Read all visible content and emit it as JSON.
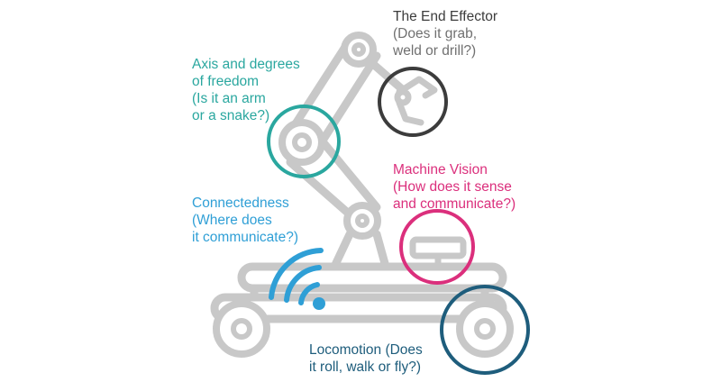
{
  "colors": {
    "robot": "#c8c8c8",
    "effector": "#3c3c3c",
    "axis": "#2aa79f",
    "vision": "#db2f7c",
    "connectedness": "#2f9fd6",
    "locomotion": "#1e5d7c"
  },
  "labels": {
    "end_effector": {
      "title": "The End Effector",
      "line1": "(Does it grab,",
      "line2": "weld or drill?)"
    },
    "axis": {
      "title1": "Axis and degrees",
      "title2": "of freedom",
      "line1": "(Is it an arm",
      "line2": "or a snake?)"
    },
    "vision": {
      "title": "Machine Vision",
      "line1": "(How does it sense",
      "line2": "and communicate?)"
    },
    "connectedness": {
      "title": "Connectedness",
      "line1": "(Where does",
      "line2": "it communicate?)"
    },
    "locomotion": {
      "title": "Locomotion",
      "line1": " (Does",
      "line2": "it roll, walk or fly?)"
    }
  }
}
